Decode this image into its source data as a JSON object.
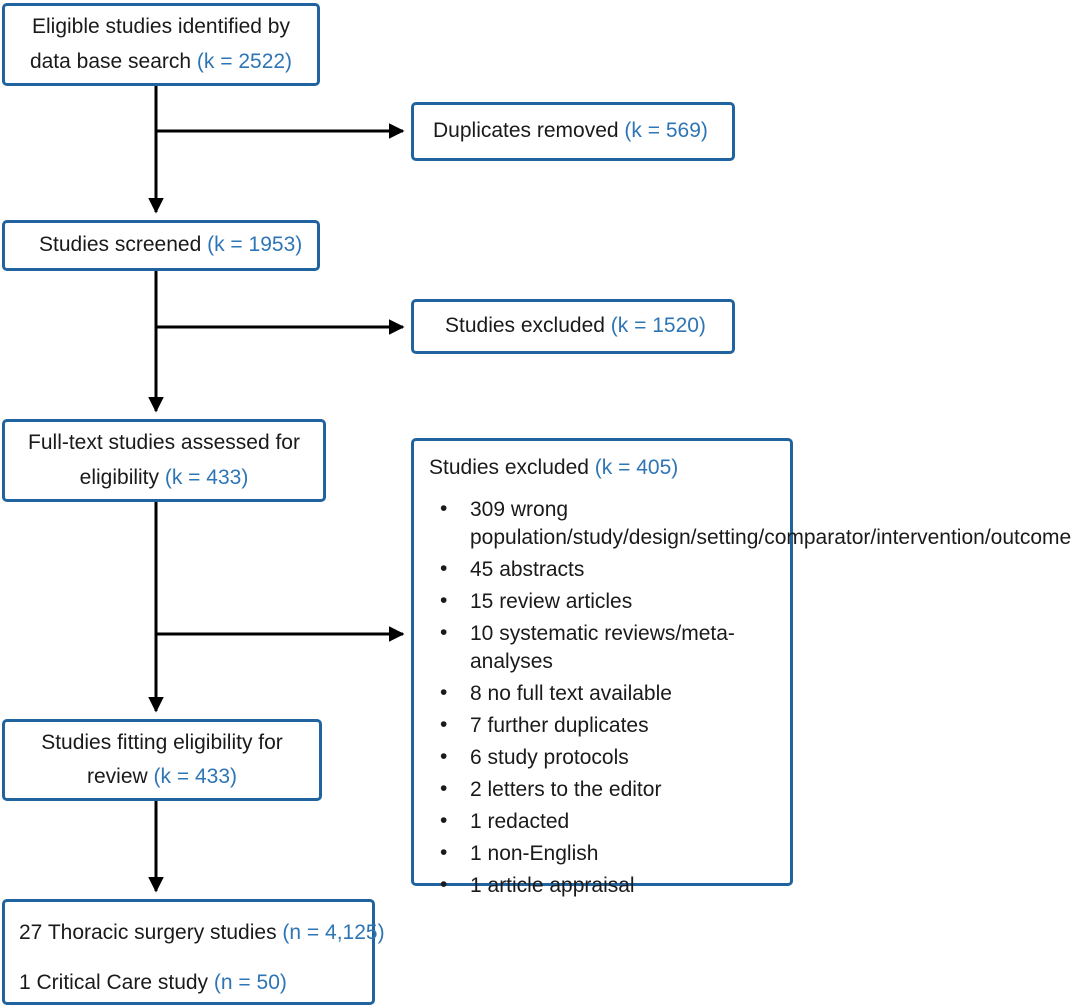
{
  "diagram": {
    "title": "PRISMA study selection flow diagram",
    "accent_border_color": "#21639E",
    "count_text_color": "#2E75B6",
    "text_color": "#1a1a1a",
    "background_color": "#ffffff"
  },
  "boxes": {
    "identified": {
      "name": "eligible-studies-identified",
      "line1": "Eligible studies identified by",
      "line2_label": "data base search ",
      "line2_count": "(k = 2522)"
    },
    "duplicates_removed": {
      "name": "duplicates-removed",
      "label": "Duplicates removed ",
      "count": "(k = 569)"
    },
    "screened": {
      "name": "studies-screened",
      "label": "Studies screened ",
      "count": "(k = 1953)"
    },
    "excluded_screening": {
      "name": "studies-excluded-screening",
      "label": "Studies excluded ",
      "count": "(k = 1520)"
    },
    "full_text": {
      "name": "full-text-studies-assessed",
      "line1": "Full-text studies assessed for",
      "line2_label": "eligibility ",
      "line2_count": "(k = 433)"
    },
    "excluded_full_text": {
      "name": "studies-excluded-full-text",
      "heading_label": "Studies excluded ",
      "heading_count": "(k = 405)",
      "reasons": [
        "309 wrong population/study/design/setting/comparator/intervention/outcome",
        "45 abstracts",
        "15 review articles",
        "10 systematic reviews/meta-analyses",
        "8 no full text available",
        "7 further duplicates",
        "6 study protocols",
        "2 letters to the editor",
        "1 redacted",
        "1 non-English",
        "1 article appraisal"
      ]
    },
    "fitting_eligibility": {
      "name": "studies-fitting-eligibility",
      "line1": "Studies fitting eligibility for",
      "line2_label": "review ",
      "line2_count": "(k = 433)"
    },
    "included": {
      "name": "included-studies",
      "line1_label": "27 Thoracic surgery studies ",
      "line1_count": "(n = 4,125)",
      "line2_label": "1 Critical Care study ",
      "line2_count": "(n = 50)"
    }
  }
}
